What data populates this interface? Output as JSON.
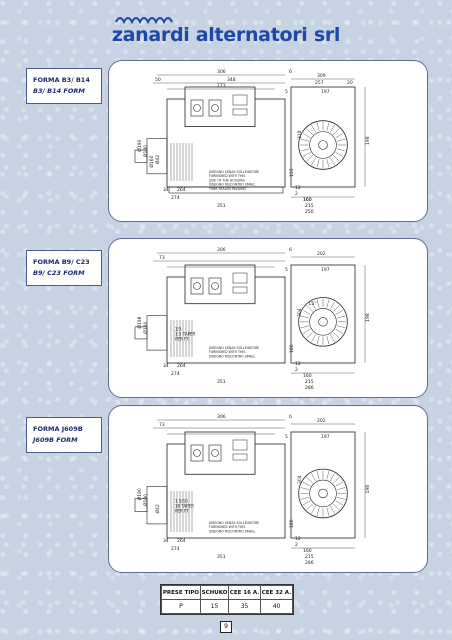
{
  "brand": {
    "name": "zanardi alternatori srl"
  },
  "colors": {
    "brand_blue": "#1f47a6",
    "page_bg": "#c7d3e3",
    "panel_border": "#5f6e95"
  },
  "sections": [
    {
      "label_1": "FORMA B3/ B14",
      "label_2": "B3/ B14 FORM",
      "dims": {
        "d306": "306",
        "d6": "6",
        "d50": "50",
        "d348": "348",
        "d273": "273",
        "d309": "309",
        "d257": "257",
        "d20": "20",
        "d197": "197",
        "d5": "5",
        "d318": "318",
        "d155": "155",
        "d198": "198",
        "d160": "160",
        "d12": "12",
        "d2": "2",
        "d160b": "160",
        "d215": "215",
        "d250": "250",
        "d34": "34",
        "d264": "264",
        "d274": "274",
        "d351": "351",
        "dia190": "Ø190",
        "dia180": "Ø180",
        "dia160": "Ø160",
        "dia42": "Ø42"
      },
      "notes": {
        "n1": "DISEGNO SENZA SOLLEVATORE",
        "n2": "FURNISHED WITH THIS",
        "n3": "SIZE OF THE HOUSING",
        "n4": "DISEGNO RISCONTRO SMALL",
        "n5": "TUBE SEALED PACKING"
      }
    },
    {
      "label_1": "FORMA B9/ C23",
      "label_2": "B9/ C23 FORM",
      "dims": {
        "d306": "306",
        "d6": "6",
        "d73": "73",
        "d202": "202",
        "d197": "197",
        "d5": "5",
        "d304": "304",
        "d180": "180",
        "d198": "198",
        "d34": "34",
        "d264": "264",
        "d274": "274",
        "d351": "351",
        "d12": "12",
        "d2": "2",
        "d160": "160",
        "d215": "215",
        "d286": "286",
        "dia198": "Ø198",
        "dia180": "Ø180",
        "ang15": "15°"
      },
      "taper": {
        "line1": "1/5",
        "line2": "1:5 TAPER",
        "line3": "PER FT."
      },
      "notes": {
        "n1": "DISEGNO SENZA SOLLEVATORE",
        "n2": "FURNISHED WITH THIS",
        "n3": "DISEGNO RISCONTRO SMALL"
      }
    },
    {
      "label_1": "FORMA J609B",
      "label_2": "J609B FORM",
      "dims": {
        "d306": "306",
        "d6": "6",
        "d73": "73",
        "d202": "202",
        "d197": "197",
        "d5": "5",
        "d304": "304",
        "d198": "198",
        "d180": "180",
        "d34": "34",
        "d264": "264",
        "d274": "274",
        "d351": "351",
        "d12": "12",
        "d2": "2",
        "d160": "160",
        "d215": "215",
        "d286": "286",
        "dia190": "Ø190",
        "dia180": "Ø180",
        "dia42": "Ø42"
      },
      "taper": {
        "line1": "1.5/10",
        "line2": "18 TAPER",
        "line3": "PER FT."
      },
      "notes": {
        "n1": "DISEGNO SENZA SOLLEVATORE",
        "n2": "FURNISHED WITH THIS",
        "n3": "DISEGNO RISCONTRO SMALL"
      }
    }
  ],
  "table": {
    "headers": [
      "PRESE TIPO",
      "SCHUKO",
      "CEE 16 A.",
      "CEE 32 A."
    ],
    "row": [
      "P",
      "15",
      "35",
      "40"
    ]
  },
  "page_number": "9"
}
